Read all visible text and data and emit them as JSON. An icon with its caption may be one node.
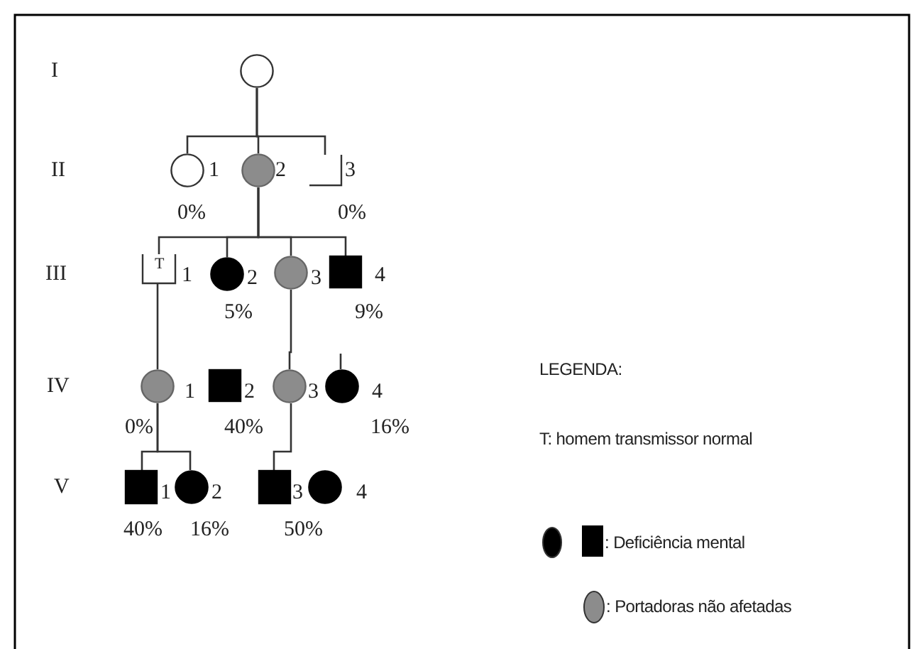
{
  "diagram": {
    "nodes": [
      {
        "text": [],
        "shape": "circle"
      },
      {
        "text": [],
        "shape": "circle",
        "beside": [
          "1",
          "0%"
        ]
      },
      {
        "text": [],
        "shape": "circle",
        "beside": [
          "2"
        ]
      },
      {
        "text": [],
        "shape": "box",
        "beside": [
          "3",
          "0%"
        ]
      },
      {
        "text": [
          "T"
        ],
        "beside": [
          "1"
        ]
      },
      {
        "text": [],
        "shape": "circle",
        "beside": [
          "2",
          "5%"
        ]
      },
      {
        "text": [],
        "shape": "circle",
        "beside": [
          "3"
        ]
      },
      {
        "text": [],
        "shape": "box",
        "beside": [
          "4",
          "9%"
        ]
      },
      {
        "text": [],
        "shape": "circle",
        "beside": [
          "1",
          "0%"
        ]
      },
      {
        "text": [],
        "shape": "box",
        "beside": [
          "2",
          "40%"
        ]
      },
      {
        "text": [],
        "shape": "circle",
        "beside": [
          "3"
        ]
      },
      {
        "text": [],
        "shape": "circle",
        "beside": [
          "4",
          "16%"
        ]
      },
      {
        "text": [],
        "shape": "box",
        "beside": [
          "1",
          "40%"
        ]
      },
      {
        "text": [],
        "shape": "circle",
        "beside": [
          "2",
          "16%"
        ]
      },
      {
        "text": [],
        "shape": "box",
        "beside": [
          "3",
          "50%"
        ]
      },
      {
        "text": [],
        "shape": "circle",
        "beside": [
          "4"
        ]
      }
    ],
    "edges": [
      {
        "from": 0,
        "to": 1,
        "arrow": "none"
      },
      {
        "from": 0,
        "to": 2,
        "arrow": "none"
      },
      {
        "from": 0,
        "to": 3,
        "arrow": "none"
      },
      {
        "from": 2,
        "to": 4,
        "arrow": "none"
      },
      {
        "from": 2,
        "to": 5,
        "arrow": "none"
      },
      {
        "from": 2,
        "to": 6,
        "arrow": "none"
      },
      {
        "from": 2,
        "to": 7,
        "arrow": "none"
      },
      {
        "from": 4,
        "to": 8,
        "arrow": "none"
      },
      {
        "from": 6,
        "to": 10,
        "arrow": "none"
      },
      {
        "from": null,
        "to": 11,
        "arrow": "none"
      },
      {
        "from": 8,
        "to": 12,
        "arrow": "none"
      },
      {
        "from": 8,
        "to": 13,
        "arrow": "none"
      },
      {
        "from": 10,
        "to": 14,
        "arrow": "none"
      }
    ],
    "labels": [
      "I",
      "II",
      "III",
      "IV",
      "V",
      "LEGENDA:"
    ],
    "legend": [
      {
        "text": "T: homem transmissor normal"
      },
      {
        "text": ": Deficiência mental",
        "color": "#000000"
      },
      {
        "text": ": Portadoras não afetadas",
        "color": "#8c8c8c"
      }
    ]
  }
}
